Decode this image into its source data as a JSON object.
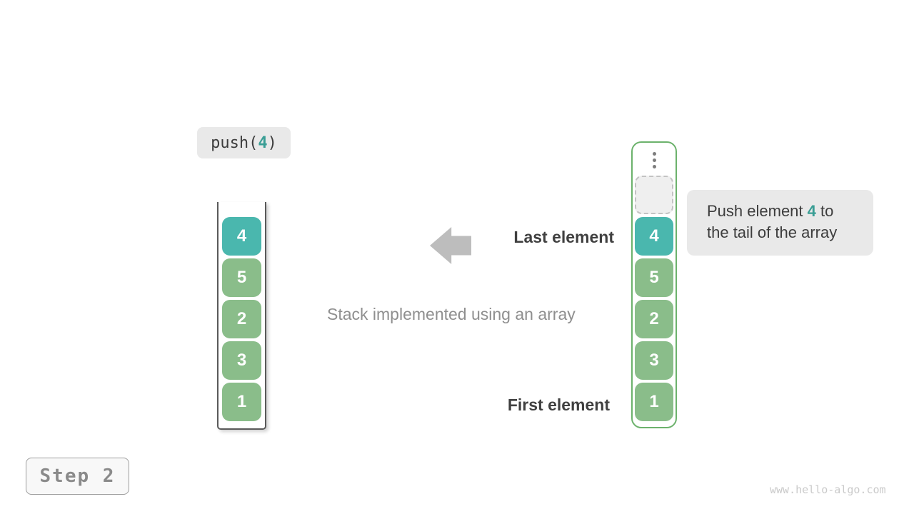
{
  "push_call": {
    "prefix": "push(",
    "argument": "4",
    "suffix": ")"
  },
  "stack": {
    "description": "stack drawn as open-top tube, top to bottom",
    "values": [
      "4",
      "5",
      "2",
      "3",
      "1"
    ],
    "highlighted_value": "4"
  },
  "array": {
    "description": "array column with ellipsis and empty dashed slot above tail, top to bottom",
    "values": [
      "4",
      "5",
      "2",
      "3",
      "1"
    ],
    "highlighted_value": "4",
    "empty_slot": "dashed-empty-cell",
    "ellipsis_icon": "vertical-dots"
  },
  "labels": {
    "last_element": "Last element",
    "first_element": "First element",
    "caption": "Stack implemented using an array"
  },
  "tooltip": {
    "line1_prefix": "Push element ",
    "highlight": "4",
    "line1_suffix": " to",
    "line2": "the tail of the array"
  },
  "step_badge": {
    "label": "Step 2"
  },
  "watermark": {
    "text": "www.hello-algo.com"
  },
  "colors": {
    "teal_cell": "#4ab7ae",
    "green_cell": "#8abd8a",
    "teal_text": "#3a9e95",
    "array_border": "#6cb26c",
    "stack_border": "#5a5a5a",
    "arrow_gray": "#bdbdbd",
    "tooltip_bg": "#e9e9e9",
    "badge_bg": "#e9e9e9",
    "dark_text": "#3d3d3d",
    "label_text": "#404040",
    "muted_text": "#8f8f8f",
    "step_text": "#8a8a8a",
    "step_border": "#9d9d9d",
    "step_bg": "#f8f8f8",
    "watermark_text": "#cacaca",
    "dots_color": "#7d7d7d",
    "empty_bg": "#efefef",
    "empty_border": "#c3c3c3"
  }
}
